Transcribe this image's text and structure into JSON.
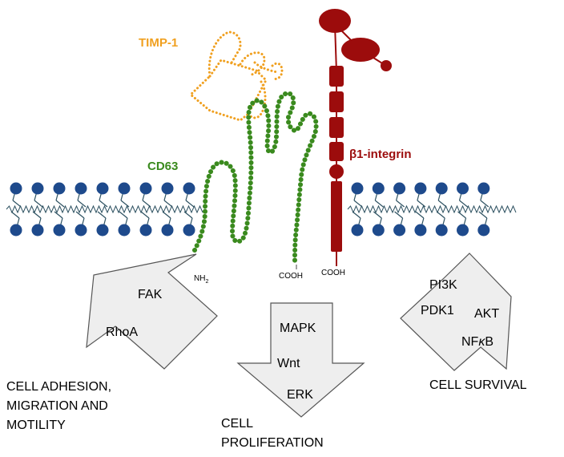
{
  "proteins": {
    "timp1": {
      "label": "TIMP-1",
      "color": "#f0a020"
    },
    "cd63": {
      "label": "CD63",
      "color": "#3a8a1e",
      "nterm": "NH",
      "nterm_sub": "2",
      "cterm": "COOH"
    },
    "integrin": {
      "label": "β1-integrin",
      "color": "#9c0c0c",
      "cterm": "COOH"
    }
  },
  "membrane": {
    "head_color": "#1e4a8c",
    "tail_color": "#2c5060"
  },
  "arrow_fill": "#eeeeee",
  "pathways": {
    "adhesion": {
      "labels": [
        "FAK",
        "RhoA"
      ],
      "outcome": [
        "CELL ADHESION,",
        "MIGRATION AND",
        "MOTILITY"
      ]
    },
    "proliferation": {
      "labels": [
        "MAPK",
        "Wnt",
        "ERK"
      ],
      "outcome": [
        "CELL",
        "PROLIFERATION"
      ]
    },
    "survival": {
      "labels": [
        "PI3K",
        "PDK1",
        "AKT"
      ],
      "nfkb": {
        "pre": "NF",
        "kappa": "κ",
        "post": "B"
      },
      "outcome": [
        "CELL SURVIVAL"
      ]
    }
  }
}
